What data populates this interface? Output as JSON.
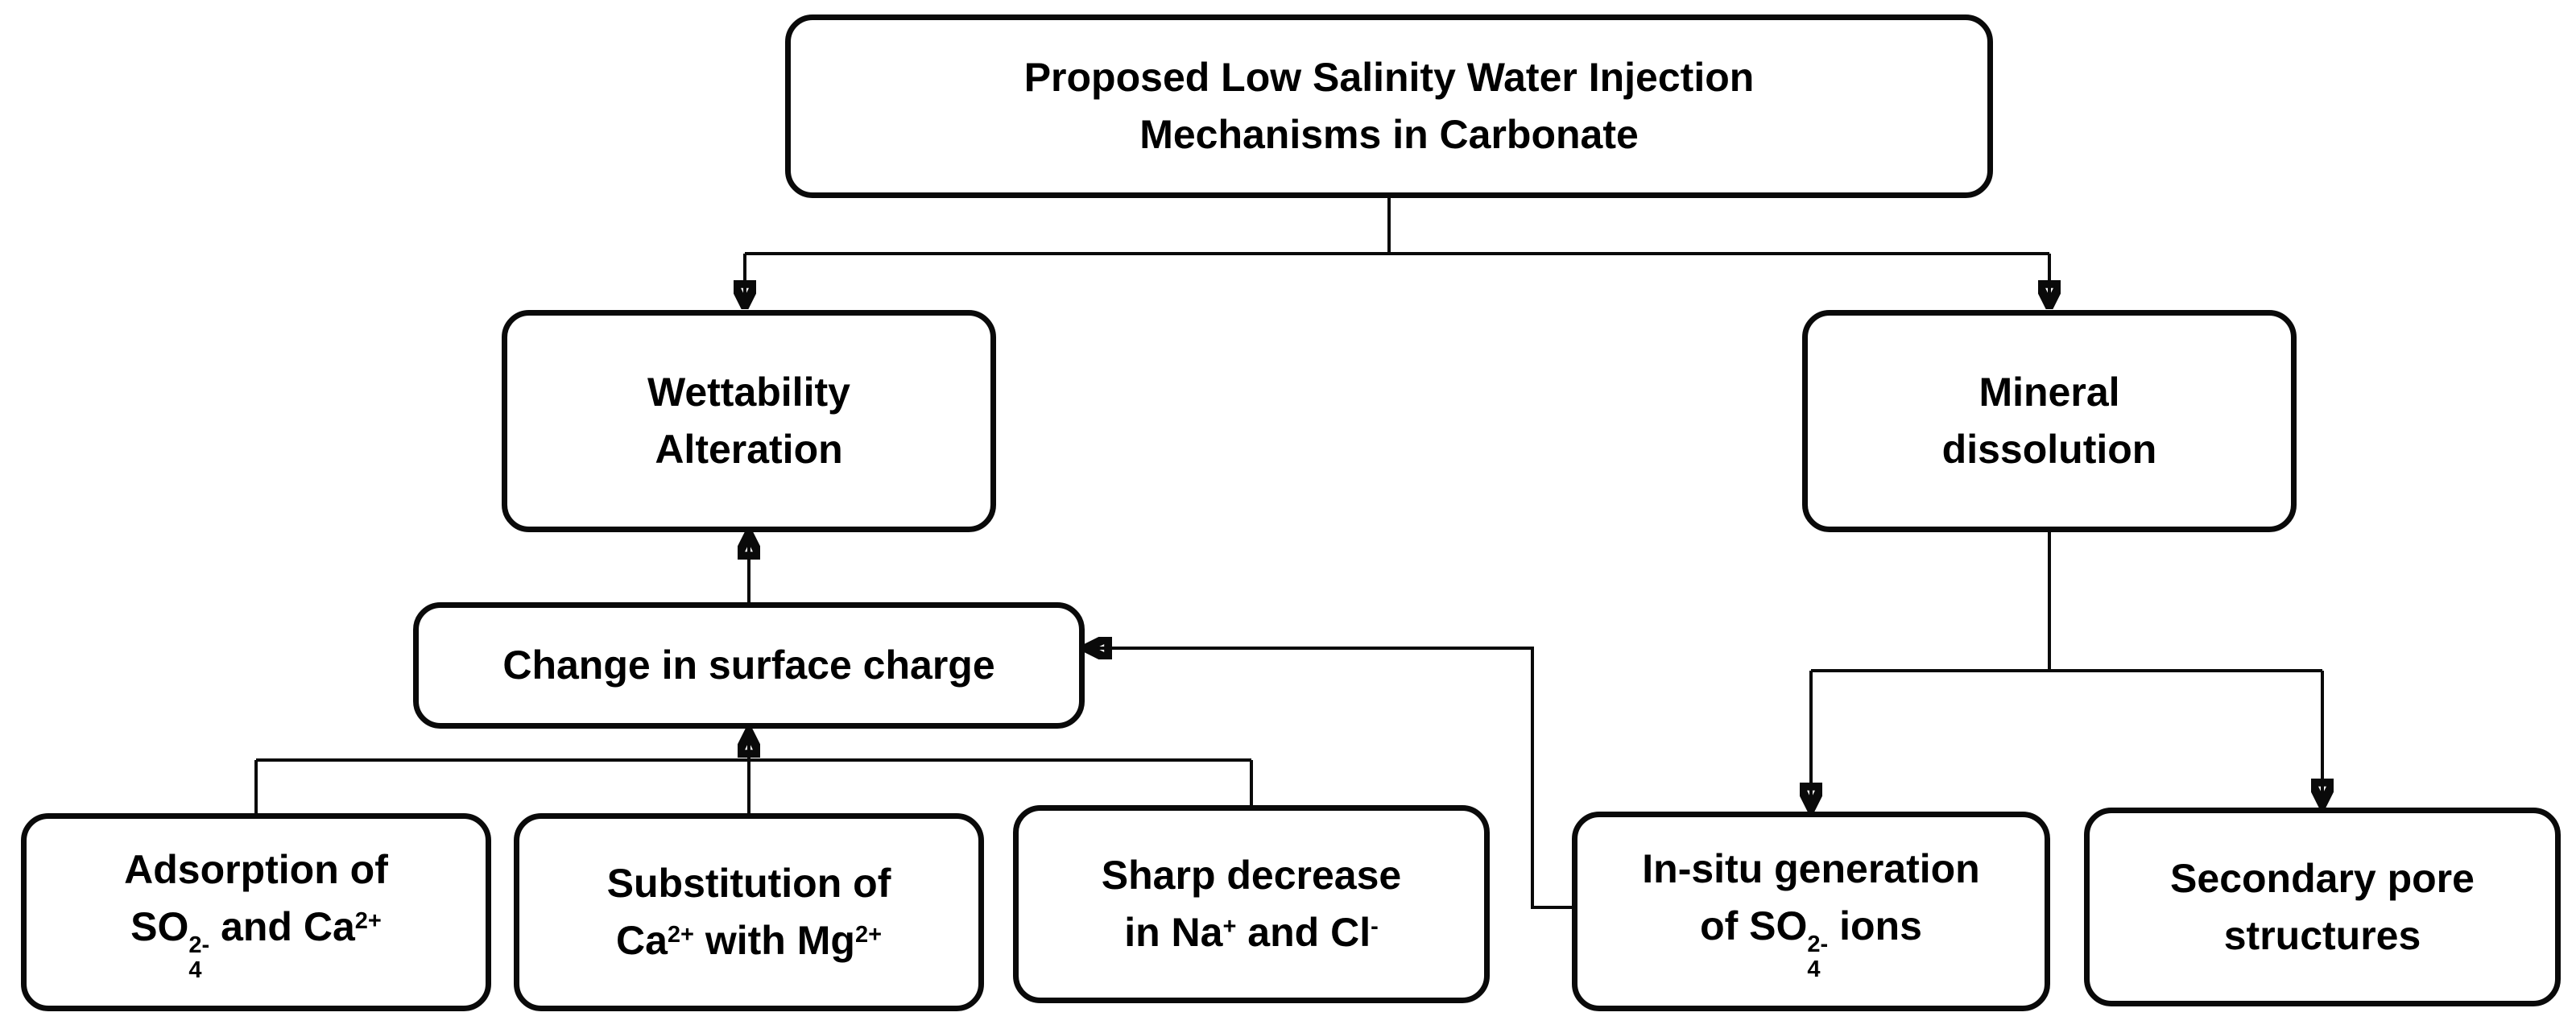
{
  "diagram": {
    "title_box": {
      "line1": "Proposed Low Salinity Water Injection",
      "line2": "Mechanisms in Carbonate"
    },
    "wettability": {
      "line1": "Wettability",
      "line2": "Alteration"
    },
    "mineral": {
      "line1": "Mineral",
      "line2": "dissolution"
    },
    "surface_charge": {
      "label": "Change in surface charge"
    },
    "adsorption": {
      "line1": "Adsorption of",
      "so": "SO",
      "so_sup": "2-",
      "so_sub": "4",
      "mid": " and Ca",
      "ca_sup": "2+"
    },
    "substitution": {
      "line1": "Substitution of",
      "ca": "Ca",
      "ca_sup": "2+",
      "mid": " with Mg",
      "mg_sup": "2+"
    },
    "sharp_decrease": {
      "line1": "Sharp decrease",
      "pre": "in Na",
      "na_sup": "+",
      "mid": " and Cl",
      "cl_sup": "-"
    },
    "insitu": {
      "line1": "In-situ generation",
      "pre": "of SO",
      "so_sup": "2-",
      "so_sub": "4",
      "post": " ions"
    },
    "secondary": {
      "line1": "Secondary pore",
      "line2": "structures"
    },
    "colors": {
      "ink": "#0a0a0a",
      "background": "#ffffff"
    }
  }
}
